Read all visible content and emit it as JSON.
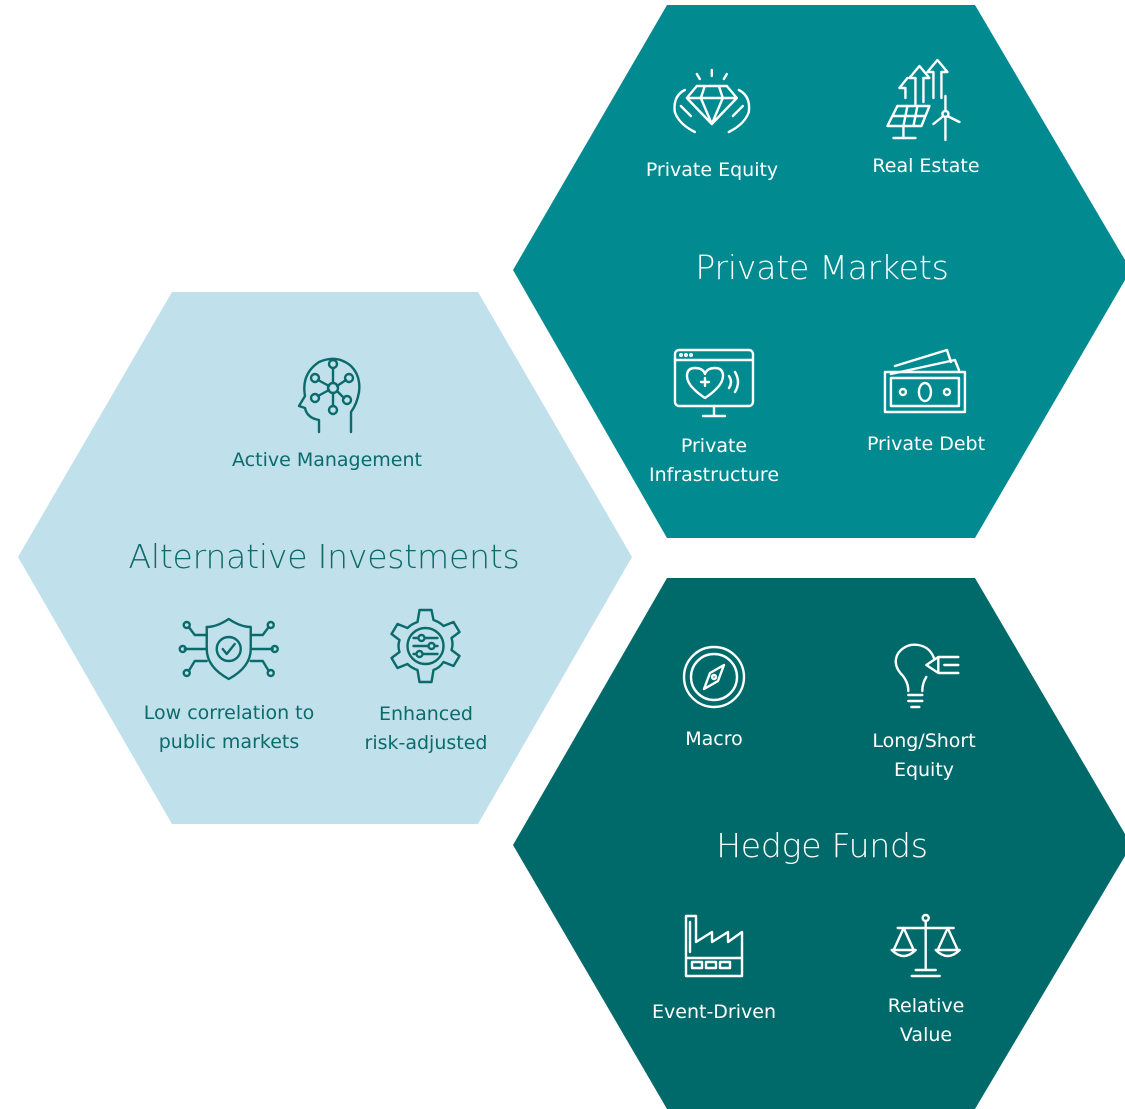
{
  "colors": {
    "light_hex": "#c0e0ec",
    "private_markets_hex": "#018b91",
    "hedge_funds_hex": "#006a6b",
    "dark_text": "#0b6b6b",
    "light_text": "#ffffff"
  },
  "alternative": {
    "title": "Alternative Investments",
    "items": [
      {
        "label": "Active Management",
        "icon": "brain-network-icon"
      },
      {
        "label": "Low correlation to\npublic markets",
        "icon": "shield-check-circuit-icon"
      },
      {
        "label": "Enhanced\nrisk-adjusted",
        "icon": "gear-sliders-icon"
      }
    ]
  },
  "private_markets": {
    "title": "Private Markets",
    "items": [
      {
        "label": "Private Equity",
        "icon": "diamond-hands-icon"
      },
      {
        "label": "Real Estate",
        "icon": "solar-wind-growth-icon"
      },
      {
        "label": "Private\nInfrastructure",
        "icon": "monitor-health-icon"
      },
      {
        "label": "Private Debt",
        "icon": "banknotes-icon"
      }
    ]
  },
  "hedge_funds": {
    "title": "Hedge Funds",
    "items": [
      {
        "label": "Macro",
        "icon": "compass-icon"
      },
      {
        "label": "Long/Short\nEquity",
        "icon": "lightbulb-pen-icon"
      },
      {
        "label": "Event-Driven",
        "icon": "factory-icon"
      },
      {
        "label": "Relative\nValue",
        "icon": "balance-scale-icon"
      }
    ]
  }
}
